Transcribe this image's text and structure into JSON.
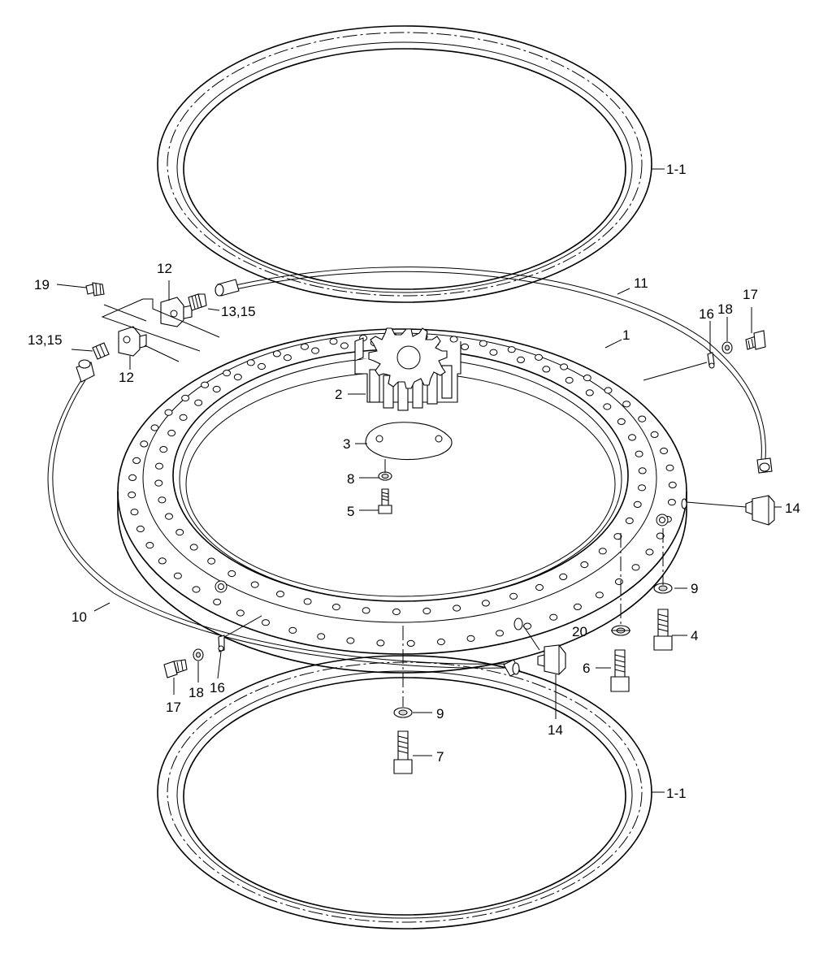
{
  "labels": {
    "ring_top": "1-1",
    "ring_bottom": "1-1",
    "bearing": "1",
    "pinion": "2",
    "cover_plate": "3",
    "bolt_4": "4",
    "bolt_5": "5",
    "bolt_6": "6",
    "bolt_7": "7",
    "washer_8": "8",
    "washer_9_right": "9",
    "washer_9_bottom": "9",
    "hose_10": "10",
    "hose_11": "11",
    "elbow_12_top": "12",
    "elbow_12_left": "12",
    "fitting_13_15_top": "13,15",
    "fitting_13_15_left": "13,15",
    "elbow_14_right": "14",
    "elbow_14_bottom": "14",
    "clamp_16_right": "16",
    "clamp_16_left": "16",
    "screw_17_right": "17",
    "screw_17_left": "17",
    "washer_18_right": "18",
    "washer_18_left": "18",
    "grease_nipple_19": "19",
    "washer_20": "20"
  }
}
